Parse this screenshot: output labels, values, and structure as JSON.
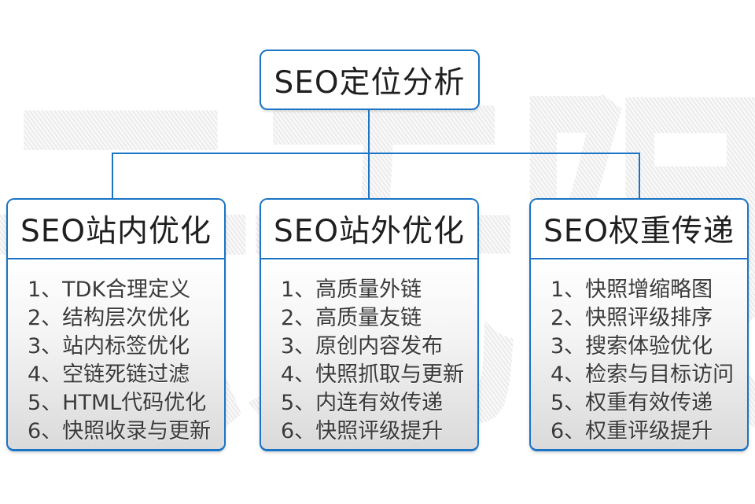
{
  "diagram": {
    "root": {
      "title": "SEO定位分析"
    },
    "columns": [
      {
        "title": "SEO站内优化",
        "items": [
          "1、TDK合理定义",
          "2、结构层次优化",
          "3、站内标签优化",
          "4、空链死链过滤",
          "5、HTML代码优化",
          "6、快照收录与更新"
        ]
      },
      {
        "title": "SEO站外优化",
        "items": [
          "1、高质量外链",
          "2、高质量友链",
          "3、原创内容发布",
          "4、快照抓取与更新",
          "5、内连有效传递",
          "6、快照评级提升"
        ]
      },
      {
        "title": "SEO权重传递",
        "items": [
          "1、快照增缩略图",
          "2、快照评级排序",
          "3、搜索体验优化",
          "4、检索与目标访问",
          "5、权重有效传递",
          "6、权重评级提升"
        ]
      }
    ],
    "watermark_text": "云无限",
    "colors": {
      "line_blue": "#1b74c5",
      "title_text": "#1f1f1f",
      "item_text": "#3a3a3a",
      "list_gradient_bottom": "#dadada",
      "watermark_gray": "#e9e9e9"
    }
  }
}
